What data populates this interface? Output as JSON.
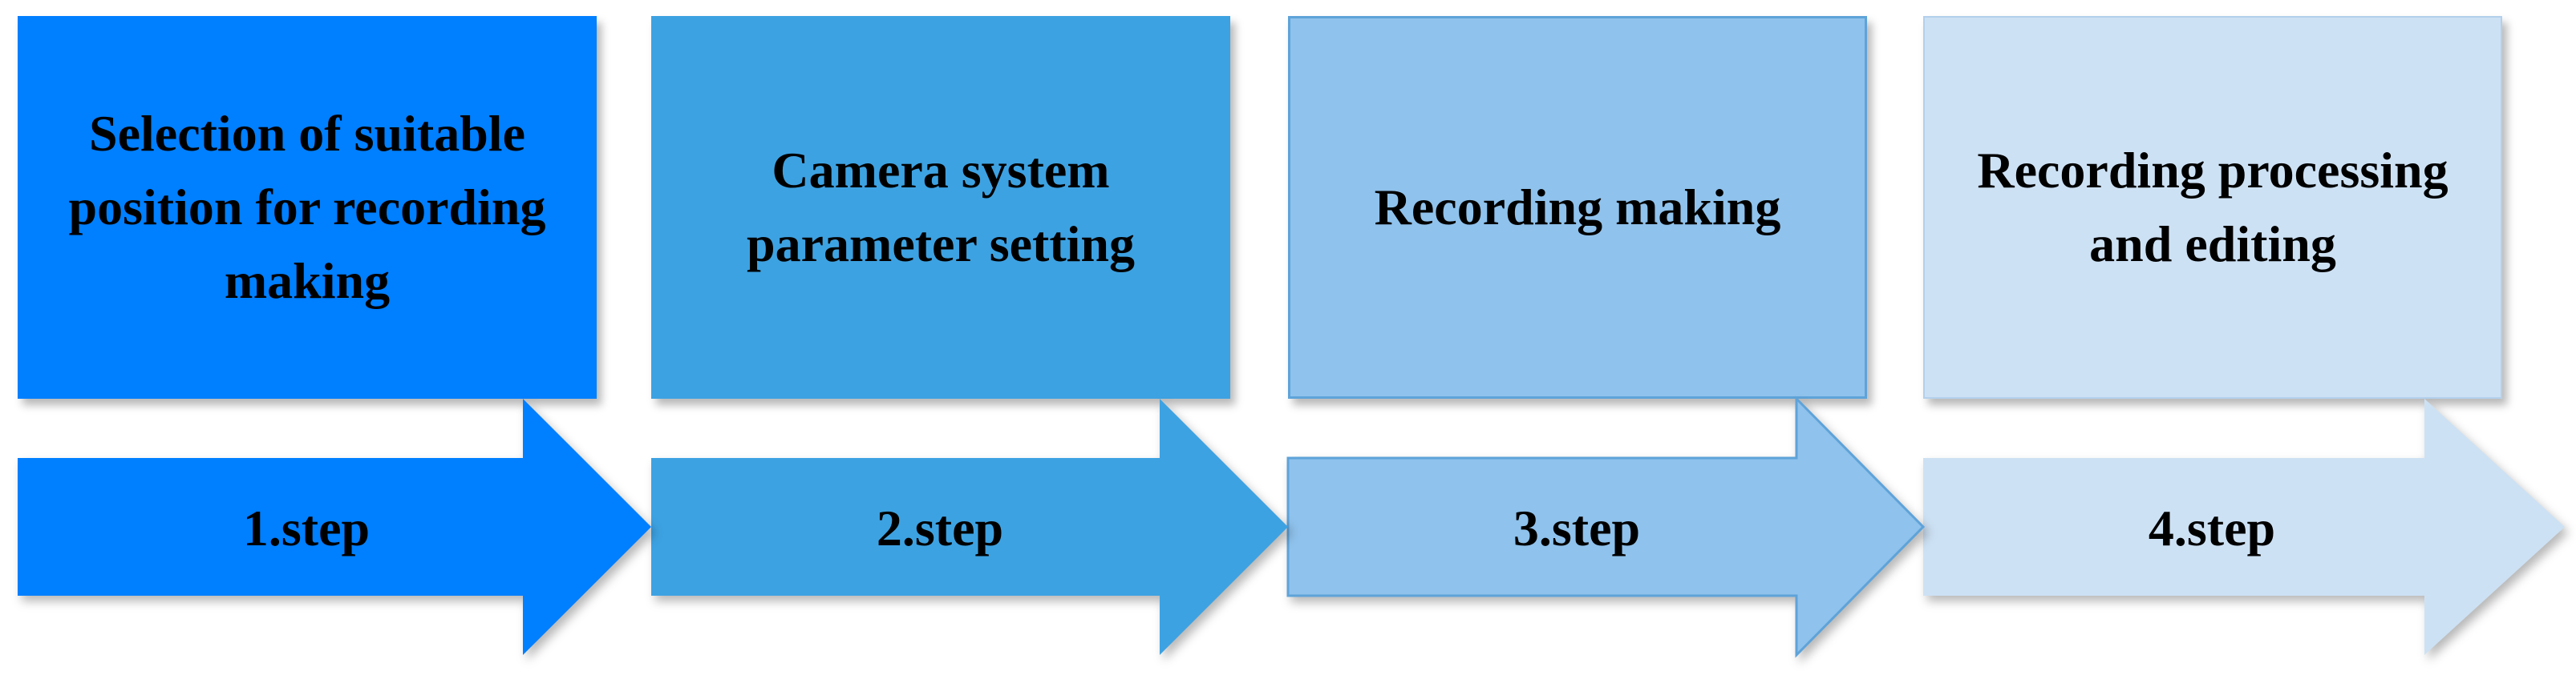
{
  "colors": {
    "step1": "#007fff",
    "step2": "#3da2e2",
    "step3": "#8fc2ec",
    "step4": "#cde1f4"
  },
  "steps": [
    {
      "label": "1.step",
      "description": "Selection of suitable position for recording making"
    },
    {
      "label": "2.step",
      "description": "Camera system parameter setting"
    },
    {
      "label": "3.step",
      "description": "Recording making"
    },
    {
      "label": "4.step",
      "description": "Recording processing and editing"
    }
  ]
}
